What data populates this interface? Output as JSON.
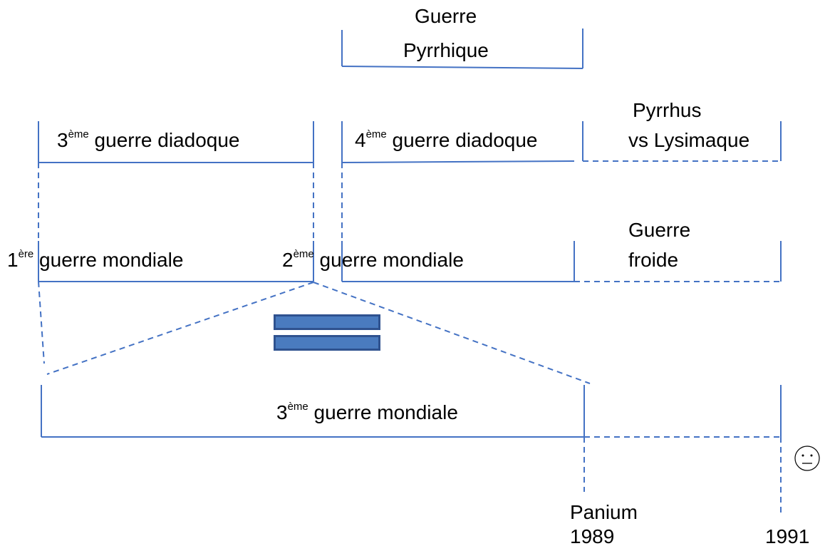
{
  "colors": {
    "line": "#4472c4",
    "equals_fill": "#4a7bbf",
    "equals_border": "#2f528f",
    "text": "#000000"
  },
  "labels": {
    "pyrrhic_war_1": "Guerre",
    "pyrrhic_war_2": "Pyrrhique",
    "third_diadoch_num": "3",
    "third_diadoch_sup": "ème",
    "third_diadoch_text": "guerre diadoque",
    "fourth_diadoch_num": "4",
    "fourth_diadoch_sup": "ème",
    "fourth_diadoch_text": "guerre diadoque",
    "pyrrhus_1": "Pyrrhus",
    "pyrrhus_2": "vs Lysimaque",
    "ww1_num": "1",
    "ww1_sup": "ère",
    "ww1_text": "guerre mondiale",
    "ww2_num": "2",
    "ww2_sup": "ème",
    "ww2_text": "guerre mondiale",
    "cold_war_1": "Guerre",
    "cold_war_2": "froide",
    "ww3_num": "3",
    "ww3_sup": "ème",
    "ww3_text": "guerre mondiale",
    "panium": "Panium",
    "year_1989": "1989",
    "year_1991": "1991"
  },
  "icons": {
    "equals": "equals-sign-icon",
    "face": "confused-face-icon"
  }
}
